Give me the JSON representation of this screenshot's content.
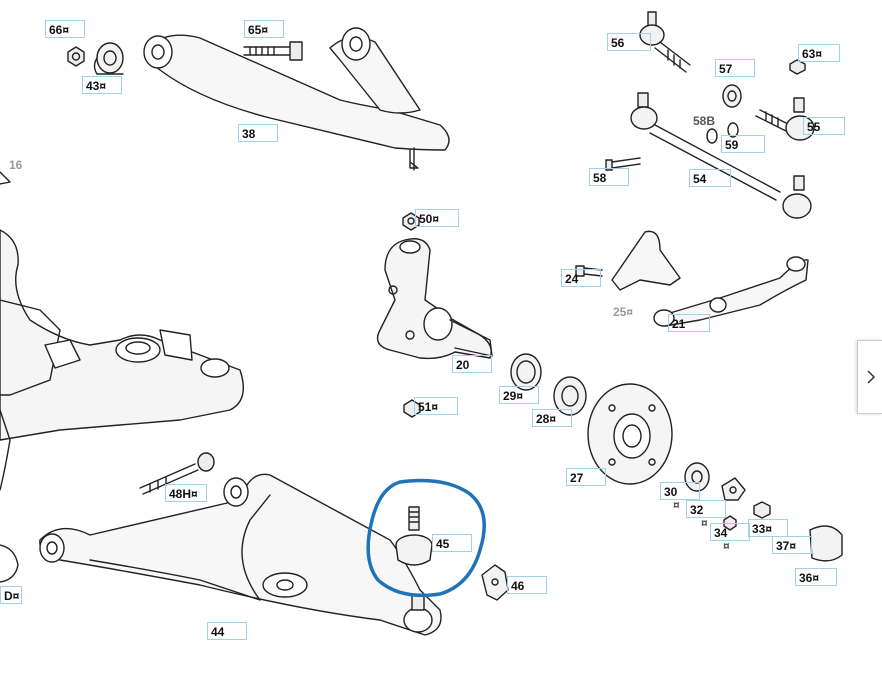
{
  "labels": {
    "l66": "66¤",
    "l65": "65¤",
    "l43": "43¤",
    "l38": "38",
    "l16": "16",
    "l56": "56",
    "l63": "63¤",
    "l57": "57",
    "l58B": "58B",
    "l55": "55",
    "l59": "59",
    "l58": "58",
    "l54": "54",
    "l50": "50¤",
    "l24": "24",
    "l25": "25¤",
    "l21": "21",
    "l20": "20",
    "l29": "29¤",
    "l28": "28¤",
    "l51": "51¤",
    "l27": "27",
    "l30": "30",
    "l30b": "¤",
    "l32": "32",
    "l32b": "¤",
    "l34": "34",
    "l34b": "¤",
    "l33": "33¤",
    "l37": "37¤",
    "l36": "36¤",
    "l48H": "48H¤",
    "l45": "45",
    "l46": "46",
    "l44": "44",
    "lD": "D¤"
  },
  "highlight": {
    "color": "#1f73b7",
    "target_label": "45"
  },
  "colors": {
    "label_border": "#9fd3ea",
    "ink": "#222222",
    "faded_ink": "#9a9a9a"
  },
  "nav": {
    "icon": "chevron-right-icon"
  }
}
